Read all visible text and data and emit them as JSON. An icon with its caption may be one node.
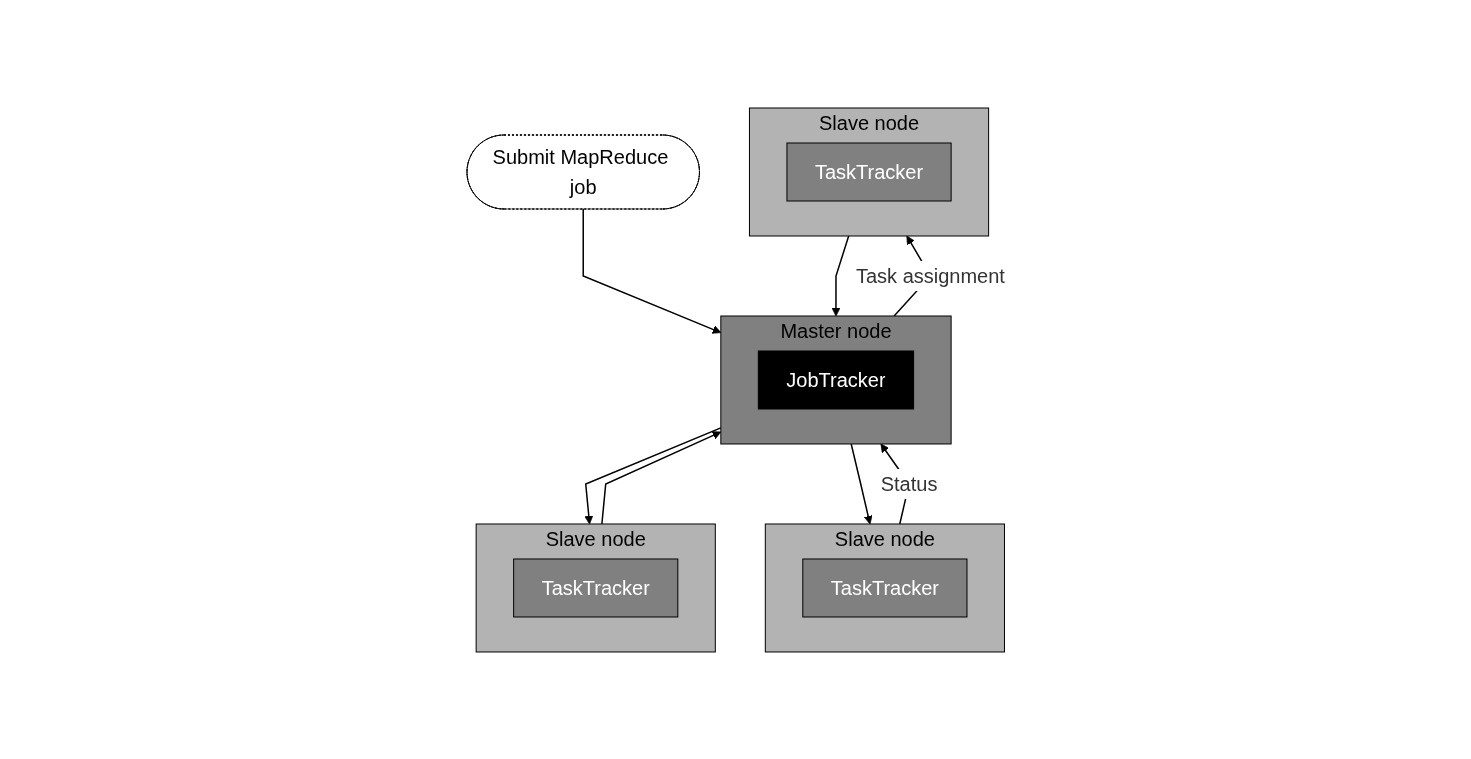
{
  "diagram": {
    "nodes": [
      {
        "text": [
          "Submit MapReduce job"
        ]
      },
      {
        "text": [
          "Master node"
        ]
      },
      {
        "text": [
          "JobTracker"
        ],
        "in": 1
      },
      {
        "text": [
          "Slave node"
        ]
      },
      {
        "text": [
          "TaskTracker"
        ],
        "in": 3
      },
      {
        "text": [
          "Slave node"
        ]
      },
      {
        "text": [
          "TaskTracker"
        ],
        "in": 5
      },
      {
        "text": [
          "Slave node"
        ]
      },
      {
        "text": [
          "TaskTracker"
        ],
        "in": 7
      }
    ],
    "edges": [
      {
        "from": 0,
        "to": 1,
        "arrow": "to"
      },
      {
        "from": 3,
        "to": 1,
        "arrow": "to"
      },
      {
        "from": 1,
        "to": 3,
        "arrow": "to"
      },
      {
        "from": 5,
        "to": 1,
        "arrow": "to",
        "label": "Status"
      },
      {
        "from": 1,
        "to": 5,
        "arrow": "to"
      },
      {
        "from": 7,
        "to": 1,
        "arrow": "to"
      },
      {
        "from": 1,
        "to": 7,
        "arrow": "to",
        "label": "Task assignment"
      }
    ]
  }
}
